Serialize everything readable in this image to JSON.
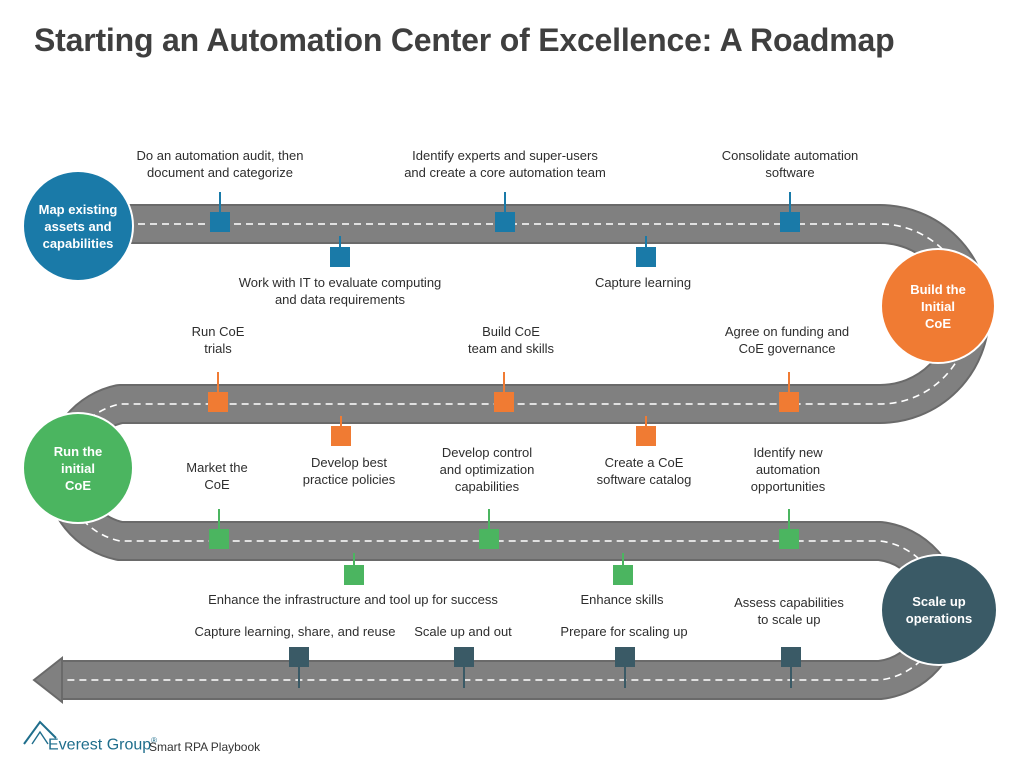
{
  "title": "Starting an Automation Center of Excellence: A Roadmap",
  "colors": {
    "road": "#808080",
    "road_edge": "#6a6a6a",
    "dash": "#ffffff",
    "stem": "#555555",
    "blue": "#1a7aa8",
    "orange": "#f07b33",
    "green": "#4bb560",
    "slate": "#3a5a66"
  },
  "phases": [
    {
      "name": "Map existing\nassets and\ncapabilities",
      "color": "#1a7aa8"
    },
    {
      "name": "Build the\nInitial\nCoE",
      "color": "#f07b33"
    },
    {
      "name": "Run the\ninitial\nCoE",
      "color": "#4bb560"
    },
    {
      "name": "Scale up\noperations",
      "color": "#3a5a66"
    }
  ],
  "milestones": [
    {
      "label": "Do an automation audit, then\ndocument and categorize",
      "phase": 0,
      "side": "above"
    },
    {
      "label": "Identify experts and super-users\nand create a core automation team",
      "phase": 0,
      "side": "above"
    },
    {
      "label": "Consolidate automation\nsoftware",
      "phase": 0,
      "side": "above"
    },
    {
      "label": "Work with IT to evaluate computing\nand data requirements",
      "phase": 0,
      "side": "below"
    },
    {
      "label": "Capture learning",
      "phase": 0,
      "side": "below"
    },
    {
      "label": "Run CoE\ntrials",
      "phase": 1,
      "side": "above"
    },
    {
      "label": "Build CoE\nteam and skills",
      "phase": 1,
      "side": "above"
    },
    {
      "label": "Agree on funding and\nCoE governance",
      "phase": 1,
      "side": "above"
    },
    {
      "label": "Develop best\npractice policies",
      "phase": 1,
      "side": "below"
    },
    {
      "label": "Create a CoE\nsoftware catalog",
      "phase": 1,
      "side": "below"
    },
    {
      "label": "Market the\nCoE",
      "phase": 2,
      "side": "above"
    },
    {
      "label": "Develop control\nand optimization\ncapabilities",
      "phase": 2,
      "side": "above"
    },
    {
      "label": "Identify new\nautomation\nopportunities",
      "phase": 2,
      "side": "above"
    },
    {
      "label": "Enhance the infrastructure and tool up for success",
      "phase": 2,
      "side": "below"
    },
    {
      "label": "Enhance skills",
      "phase": 2,
      "side": "below"
    },
    {
      "label": "Capture learning, share, and reuse",
      "phase": 3,
      "side": "above"
    },
    {
      "label": "Scale up and out",
      "phase": 3,
      "side": "above"
    },
    {
      "label": "Prepare for scaling up",
      "phase": 3,
      "side": "above"
    },
    {
      "label": "Assess capabilities\nto scale up",
      "phase": 3,
      "side": "above"
    }
  ],
  "footer": {
    "brand": "Everest Group",
    "trademark": "®",
    "publication": "Smart RPA Playbook",
    "logo_icon": "mountain-peak-icon"
  }
}
